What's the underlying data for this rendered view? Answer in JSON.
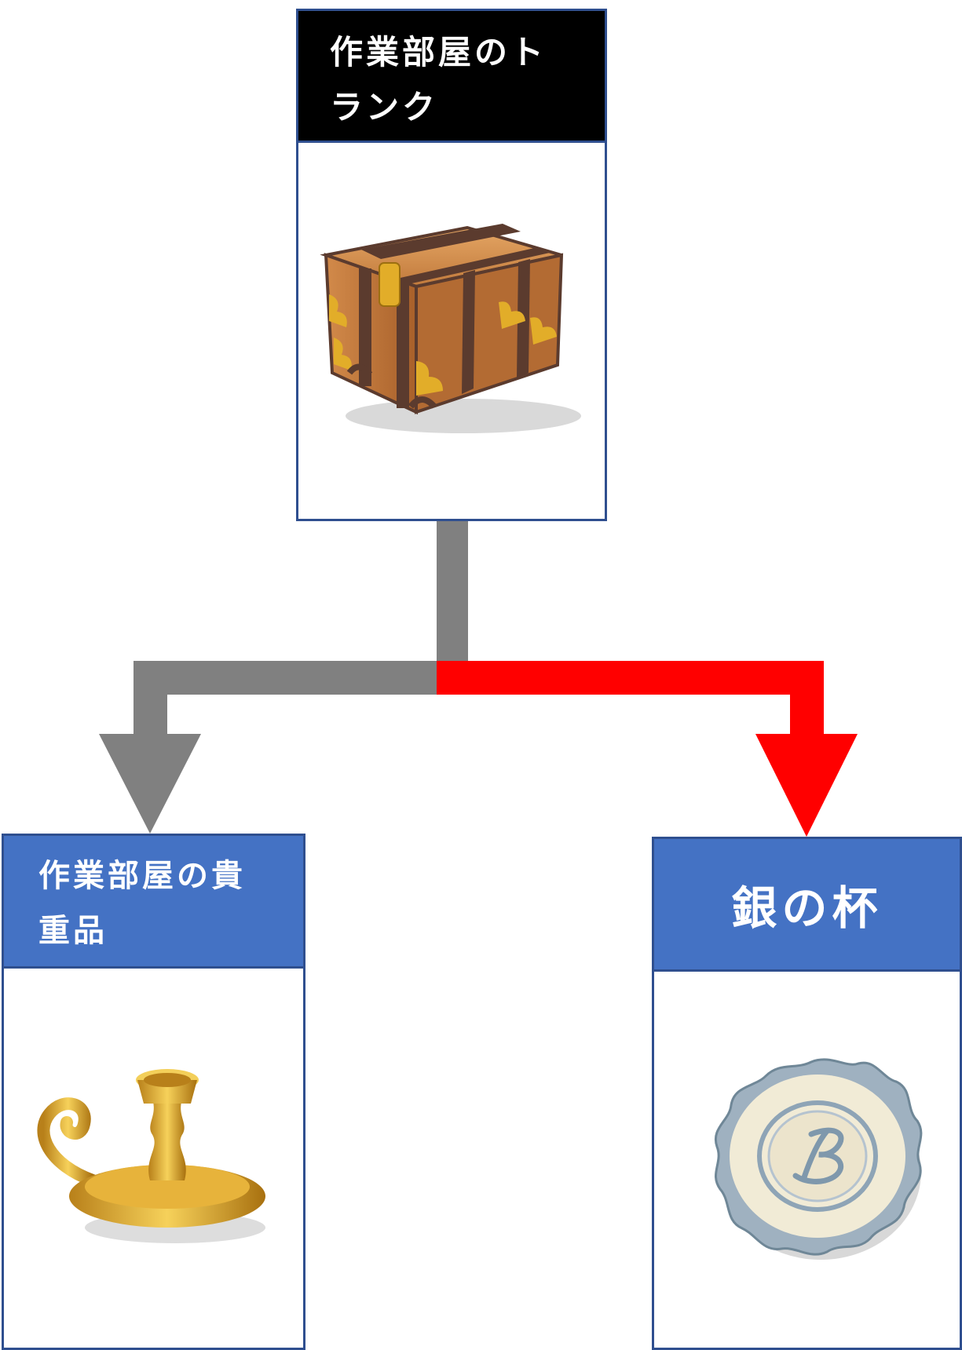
{
  "nodes": {
    "trunk": {
      "title": "作業部屋のトランク",
      "title_line1": "作業部屋のト",
      "title_line2": "ランク",
      "icon": "treasure-chest-icon"
    },
    "valuables": {
      "title": "作業部屋の貴重品",
      "title_line1": "作業部屋の貴",
      "title_line2": "重品",
      "icon": "gold-candlestick-icon"
    },
    "cup": {
      "title": "銀の杯",
      "icon": "silver-plate-icon"
    }
  },
  "connectors": {
    "left": {
      "color": "#808080"
    },
    "right": {
      "color": "#ff0000"
    }
  },
  "colors": {
    "header_black": "#000000",
    "header_blue": "#4472c4",
    "border": "#2f4f8f"
  }
}
